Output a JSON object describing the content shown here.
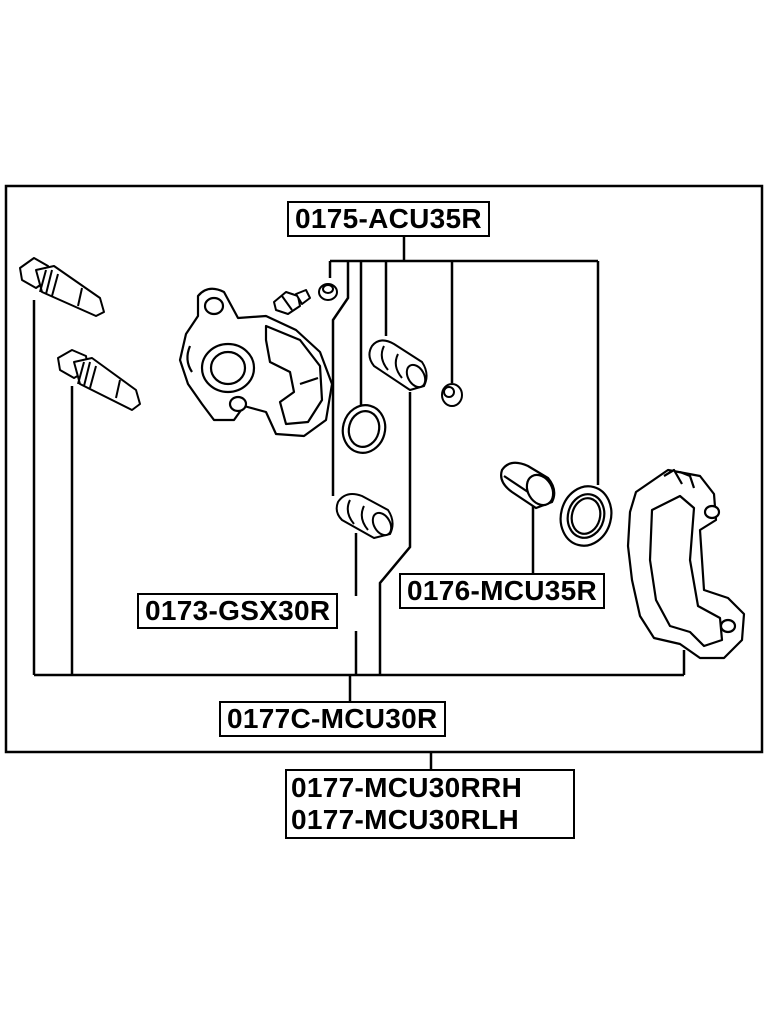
{
  "labels": {
    "caliper_kit": "0175-ACU35R",
    "piston_seal_kit": "0176-MCU35R",
    "guide_boot_kit": "0173-GSX30R",
    "caliper_carrier": "0177C-MCU30R",
    "caliper_rh": "0177-MCU30RRH",
    "caliper_lh": "0177-MCU30RLH"
  }
}
